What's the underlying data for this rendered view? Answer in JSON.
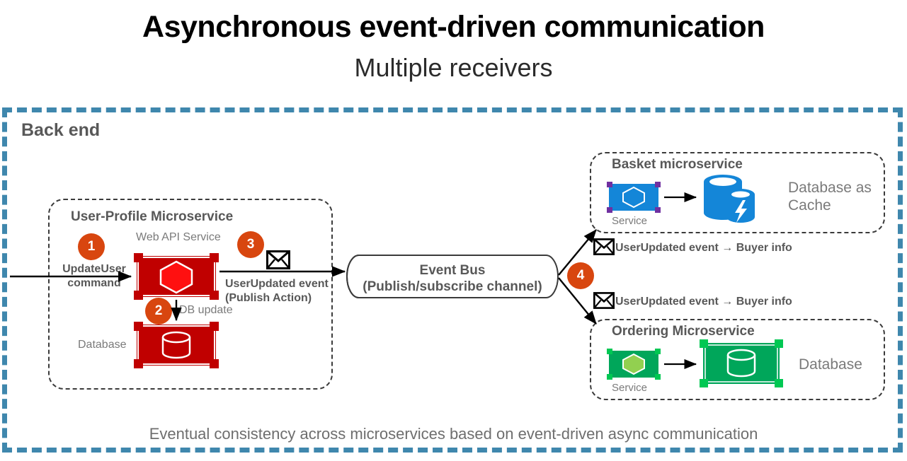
{
  "title": {
    "main": "Asynchronous event-driven communication",
    "sub": "Multiple receivers"
  },
  "backend": {
    "label": "Back end",
    "border_color": "#3f87ad",
    "footer_note": "Eventual consistency across microservices based on event-driven async communication"
  },
  "user_profile": {
    "title": "User-Profile Microservice",
    "webapi_caption": "Web API Service",
    "database_caption": "Database",
    "db_update_label": "DB update",
    "incoming_command": "UpdateUser\ncommand",
    "incoming_command_line1": "UpdateUser",
    "incoming_command_line2": "command",
    "publish_label_line1": "UserUpdated event",
    "publish_label_line2": "(Publish Action)",
    "accent_color": "#c00000",
    "hexagon_color": "#ff0000"
  },
  "event_bus": {
    "line1": "Event Bus",
    "line2": "(Publish/subscribe channel)"
  },
  "basket": {
    "title": "Basket microservice",
    "service_caption": "Service",
    "database_caption_line1": "Database as",
    "database_caption_line2": "Cache",
    "accent_color": "#1486d8",
    "handle_color": "#7030a0"
  },
  "ordering": {
    "title": "Ordering Microservice",
    "service_caption": "Service",
    "database_caption": "Database",
    "accent_color": "#00a65a",
    "hexagon_color": "#92d050"
  },
  "events": [
    {
      "label": "UserUpdated event → Buyer info",
      "icon": "envelope-icon"
    },
    {
      "label": "UserUpdated event → Buyer info",
      "icon": "envelope-icon"
    }
  ],
  "steps": [
    {
      "number": "1"
    },
    {
      "number": "2"
    },
    {
      "number": "3"
    },
    {
      "number": "4"
    }
  ],
  "colors": {
    "step_badge": "#d8460f",
    "text_gray": "#585858",
    "caption_gray": "#7a7a7a"
  }
}
